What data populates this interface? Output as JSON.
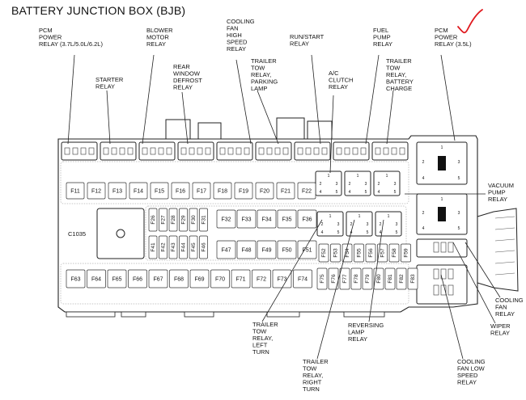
{
  "title": "BATTERY JUNCTION BOX (BJB)",
  "accent_color": "#e0191e",
  "callouts": {
    "pcm_power_relay_37": [
      "PCM",
      "POWER",
      "RELAY (3.7L/5.0L/6.2L)"
    ],
    "blower_motor_relay": [
      "BLOWER",
      "MOTOR",
      "RELAY"
    ],
    "cooling_fan_high_speed_relay": [
      "COOLING",
      "FAN",
      "HIGH",
      "SPEED",
      "RELAY"
    ],
    "run_start_relay": [
      "RUN/START",
      "RELAY"
    ],
    "fuel_pump_relay": [
      "FUEL",
      "PUMP",
      "RELAY"
    ],
    "pcm_power_relay_35": [
      "PCM",
      "POWER",
      "RELAY (3.5L)"
    ],
    "starter_relay": [
      "STARTER",
      "RELAY"
    ],
    "rear_window_defrost_relay": [
      "REAR",
      "WINDOW",
      "DEFROST",
      "RELAY"
    ],
    "trailer_tow_relay_parking_lamp": [
      "TRAILER",
      "TOW",
      "RELAY,",
      "PARKING",
      "LAMP"
    ],
    "ac_clutch_relay": [
      "A/C",
      "CLUTCH",
      "RELAY"
    ],
    "trailer_tow_relay_battery_charge": [
      "TRAILER",
      "TOW",
      "RELAY,",
      "BATTERY",
      "CHARGE"
    ],
    "vacuum_pump_relay": [
      "VACUUM",
      "PUMP",
      "RELAY"
    ],
    "c1035": [
      "C1035"
    ],
    "cooling_fan_relay": [
      "COOLING",
      "FAN",
      "RELAY"
    ],
    "wiper_relay": [
      "WIPER",
      "RELAY"
    ],
    "trailer_tow_relay_left_turn": [
      "TRAILER",
      "TOW",
      "RELAY,",
      "LEFT",
      "TURN"
    ],
    "reversing_lamp_relay": [
      "REVERSING",
      "LAMP",
      "RELAY"
    ],
    "trailer_tow_relay_right_turn": [
      "TRAILER",
      "TOW",
      "RELAY,",
      "RIGHT",
      "TURN"
    ],
    "cooling_fan_low_speed_relay": [
      "COOLING",
      "FAN LOW",
      "SPEED",
      "RELAY"
    ]
  },
  "fuses": {
    "row1": [
      "F11",
      "F12",
      "F13",
      "F14",
      "F15",
      "F16",
      "F17",
      "F18",
      "F19",
      "F20",
      "F21",
      "F22"
    ],
    "row2_vertical": [
      "F26",
      "F27",
      "F28",
      "F29",
      "F30",
      "F31"
    ],
    "row2": [
      "F32",
      "F33",
      "F34",
      "F35",
      "F36"
    ],
    "row3_vertical": [
      "F41",
      "F42",
      "F43",
      "F44",
      "F45",
      "F46"
    ],
    "row3": [
      "F47",
      "F48",
      "F49",
      "F50",
      "F51"
    ],
    "row3_right_vertical": [
      "F52",
      "F53",
      "F54",
      "F55",
      "F56",
      "F57",
      "F58",
      "F59"
    ],
    "row4": [
      "F63",
      "F64",
      "F65",
      "F66",
      "F67",
      "F68",
      "F69",
      "F70",
      "F71",
      "F72",
      "F73",
      "F74"
    ],
    "row4_right_vertical": [
      "F75",
      "F76",
      "F77",
      "F78",
      "F79",
      "F80",
      "F81",
      "F82",
      "F83"
    ]
  },
  "relay_pins": [
    "1",
    "2",
    "3",
    "4",
    "5"
  ]
}
